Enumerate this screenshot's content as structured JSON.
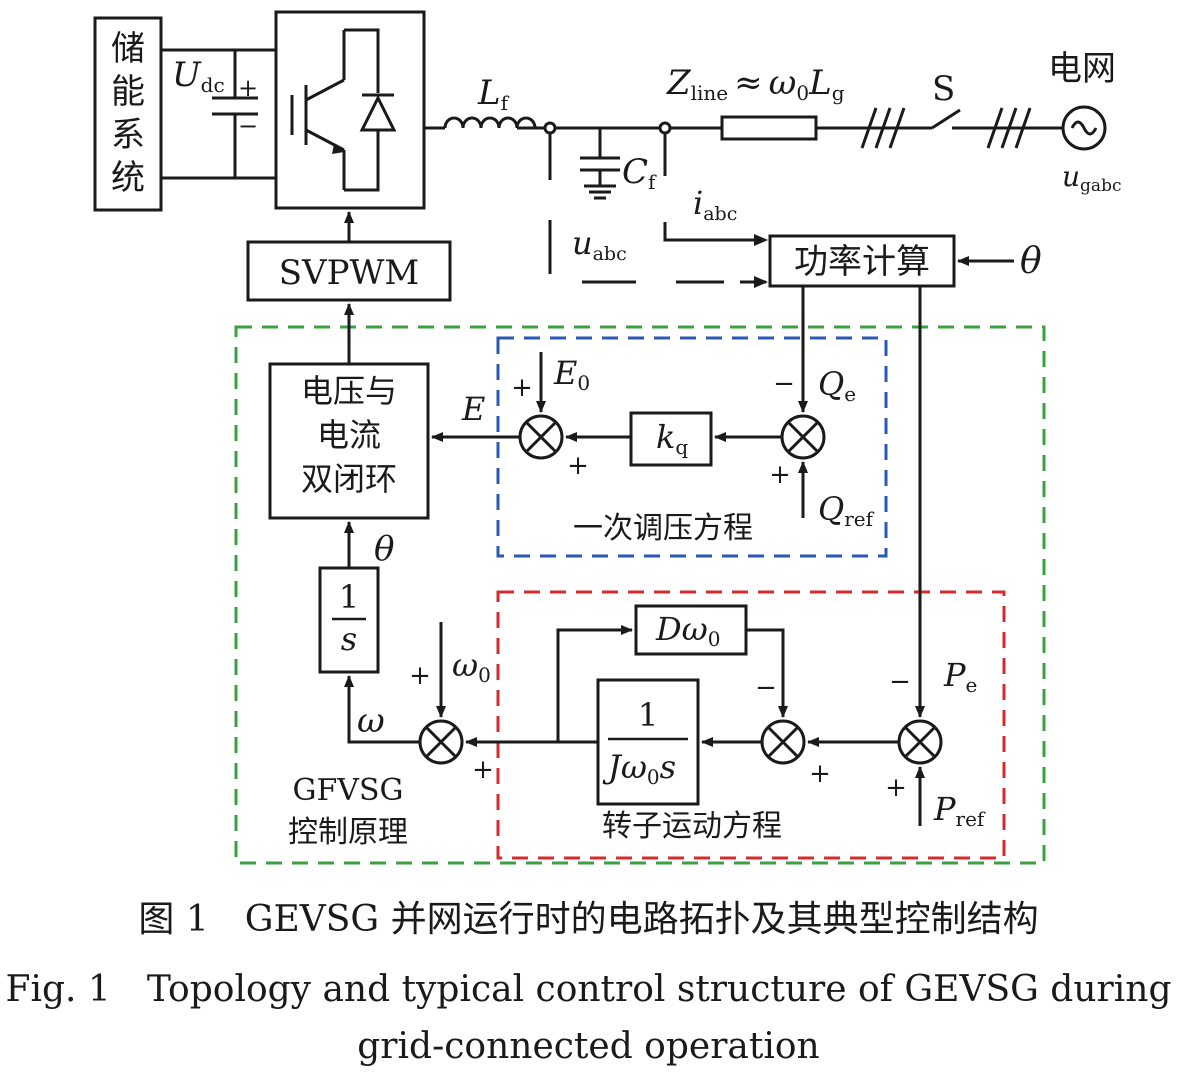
{
  "circuit": {
    "storage": [
      "储",
      "能",
      "系",
      "统"
    ],
    "udc_main": "U",
    "udc_sub": "dc",
    "plus": "+",
    "minus": "−",
    "lf_main": "L",
    "lf_sub": "f",
    "cf_main": "C",
    "cf_sub": "f",
    "zline_main": "Z",
    "zline_sub": "line",
    "zline_approx": "≈",
    "omega0_main": "ω",
    "omega0_sub": "0",
    "lg_main": "L",
    "lg_sub": "g",
    "switch_label": "S",
    "grid_label": "电网",
    "ugabc_main": "u",
    "ugabc_sub": "gabc",
    "iabc_main": "i",
    "iabc_sub": "abc",
    "uabc_main": "u",
    "uabc_sub": "abc"
  },
  "blocks": {
    "svpwm": "SVPWM",
    "power_calc": "功率计算",
    "theta": "θ",
    "dual_loop": [
      "电压与",
      "电流",
      "双闭环"
    ],
    "integrator_num": "1",
    "integrator_den": "s",
    "kq_main": "k",
    "kq_sub": "q",
    "damping_main": "Dω",
    "damping_sub": "0",
    "inertia_num": "1",
    "inertia_den_main": "Jω",
    "inertia_den_sub": "0",
    "inertia_den_tail": "s"
  },
  "signals": {
    "E": "E",
    "E0_main": "E",
    "E0_sub": "0",
    "Qe_main": "Q",
    "Qe_sub": "e",
    "Qref_main": "Q",
    "Qref_sub": "ref",
    "Pe_main": "P",
    "Pe_sub": "e",
    "Pref_main": "P",
    "Pref_sub": "ref",
    "omega": "ω",
    "omega0_main": "ω",
    "omega0_sub": "0",
    "theta": "θ",
    "plus": "+",
    "minus": "−"
  },
  "regions": {
    "voltage_regulation": "一次调压方程",
    "rotor_motion": "转子运动方程",
    "gfvsg_line1": "GFVSG",
    "gfvsg_line2": "控制原理",
    "colors": {
      "green": "#3aa040",
      "blue": "#2a57b8",
      "red": "#d42c2c"
    }
  },
  "caption": {
    "zh": "图 1　GEVSG 并网运行时的电路拓扑及其典型控制结构",
    "en_line1": "Fig. 1　Topology and typical control structure of GEVSG during",
    "en_line2": "grid-connected operation"
  }
}
